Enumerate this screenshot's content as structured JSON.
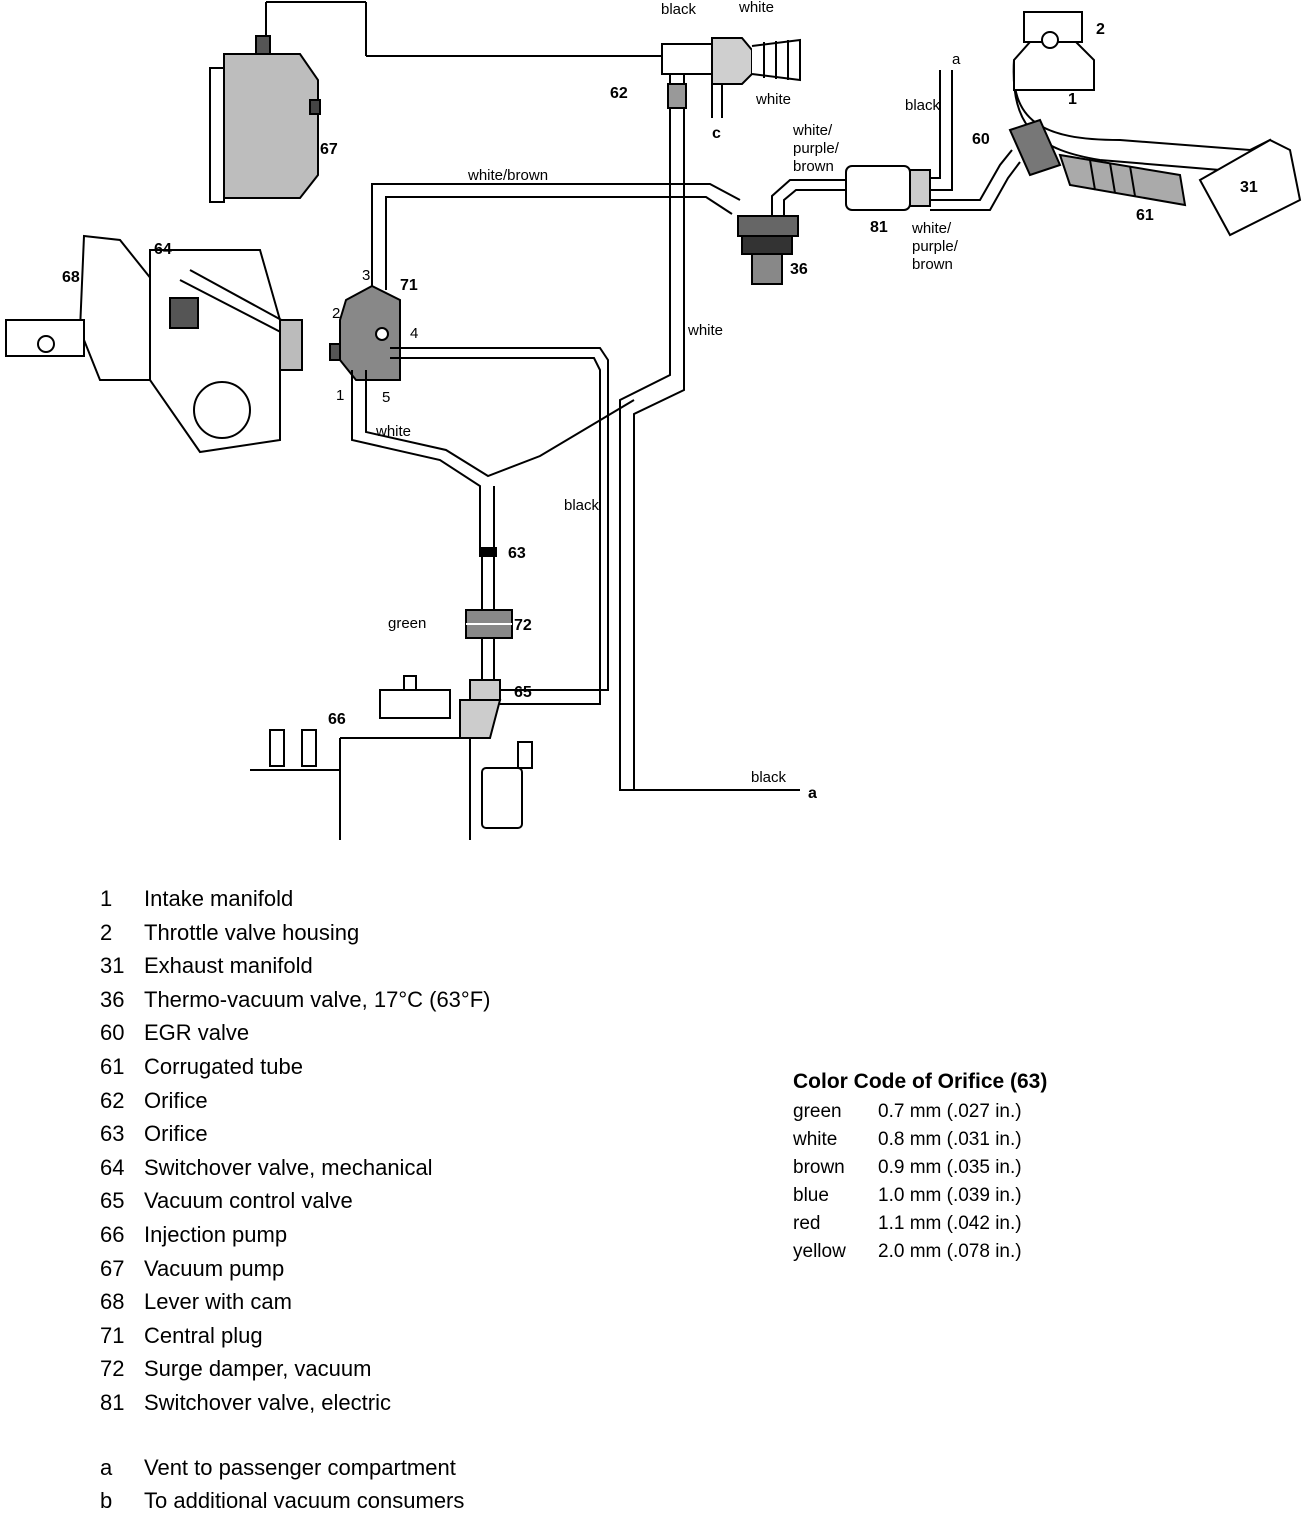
{
  "legend": {
    "items": [
      {
        "key": "1",
        "text": "Intake manifold"
      },
      {
        "key": "2",
        "text": "Throttle valve housing"
      },
      {
        "key": "31",
        "text": "Exhaust manifold"
      },
      {
        "key": "36",
        "text": "Thermo-vacuum valve, 17°C (63°F)"
      },
      {
        "key": "60",
        "text": "EGR valve"
      },
      {
        "key": "61",
        "text": "Corrugated tube"
      },
      {
        "key": "62",
        "text": "Orifice"
      },
      {
        "key": "63",
        "text": "Orifice"
      },
      {
        "key": "64",
        "text": "Switchover valve, mechanical"
      },
      {
        "key": "65",
        "text": "Vacuum control valve"
      },
      {
        "key": "66",
        "text": "Injection pump"
      },
      {
        "key": "67",
        "text": "Vacuum pump"
      },
      {
        "key": "68",
        "text": "Lever with cam"
      },
      {
        "key": "71",
        "text": "Central plug"
      },
      {
        "key": "72",
        "text": "Surge damper, vacuum"
      },
      {
        "key": "81",
        "text": "Switchover valve, electric"
      }
    ],
    "notes": [
      {
        "key": "a",
        "text": "Vent to passenger compartment"
      },
      {
        "key": "b",
        "text": "To additional vacuum consumers"
      }
    ]
  },
  "orifice_table": {
    "title": "Color Code of Orifice (63)",
    "rows": [
      {
        "color": "green",
        "size": "0.7 mm (.027 in.)"
      },
      {
        "color": "white",
        "size": "0.8 mm (.031 in.)"
      },
      {
        "color": "brown",
        "size": "0.9 mm (.035 in.)"
      },
      {
        "color": "blue",
        "size": "1.0 mm (.039 in.)"
      },
      {
        "color": "red",
        "size": "1.1 mm (.042 in.)"
      },
      {
        "color": "yellow",
        "size": "2.0 mm (.078 in.)"
      }
    ]
  },
  "diagram": {
    "hose_labels": {
      "black_top": "black",
      "white_top": "white",
      "white_62": "white",
      "c": "c",
      "a_top": "a",
      "black_right": "black",
      "wpb_1": "white/",
      "wpb_2": "purple/",
      "wpb_3": "brown",
      "white_brown": "white/brown",
      "wpb_b1": "white/",
      "wpb_b2": "purple/",
      "wpb_b3": "brown",
      "white_mid": "white",
      "white_left": "white",
      "black_mid": "black",
      "green": "green",
      "black_bottom": "black",
      "a_bottom": "a",
      "p1": "1",
      "p2": "2",
      "p3": "3",
      "p4": "4",
      "p5": "5"
    },
    "callouts": {
      "c1": "1",
      "c2": "2",
      "c31": "31",
      "c36": "36",
      "c60": "60",
      "c61": "61",
      "c62": "62",
      "c63": "63",
      "c64": "64",
      "c65": "65",
      "c66": "66",
      "c67": "67",
      "c68": "68",
      "c71": "71",
      "c72": "72",
      "c81": "81"
    }
  }
}
